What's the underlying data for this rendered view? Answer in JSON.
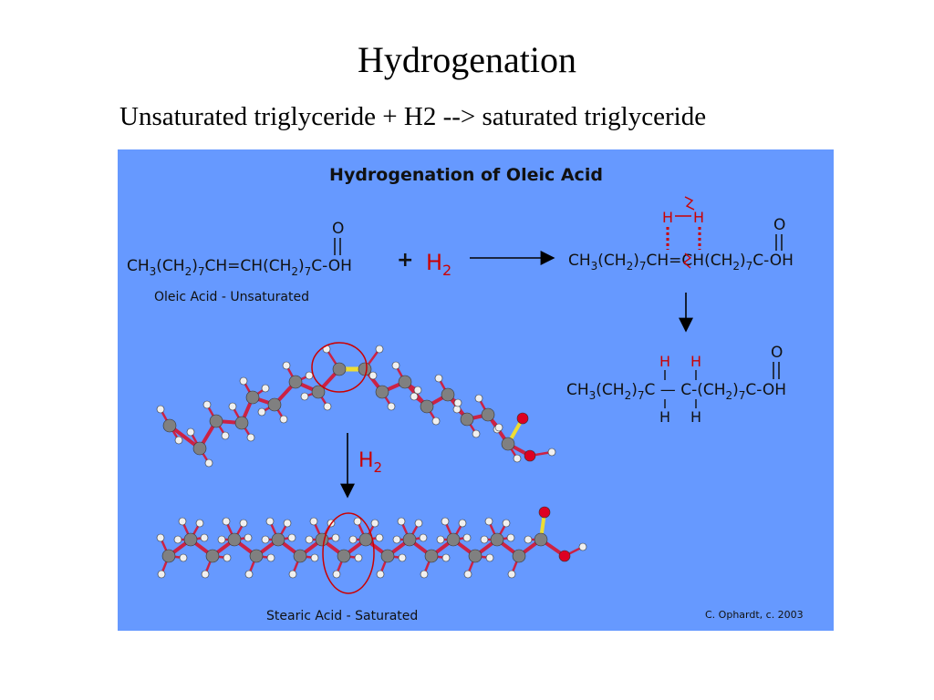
{
  "slide": {
    "title": "Hydrogenation",
    "subtitle": "Unsaturated triglyceride + H2 --> saturated triglyceride"
  },
  "figure": {
    "heading": "Hydrogenation of Oleic Acid",
    "credit": "C. Ophardt, c. 2003",
    "plus": "+",
    "h2": "H",
    "h2_sub": "2",
    "oleic": {
      "carbonyl_o": "O",
      "label": "Oleic Acid - Unsaturated"
    },
    "intermediate": {
      "carbonyl_o": "O",
      "h_left": "H",
      "h_right": "H"
    },
    "product": {
      "carbonyl_o": "O",
      "h_top_left": "H",
      "h_top_right": "H",
      "h_bottom_left": "H",
      "h_bottom_right": "H"
    },
    "stearic": {
      "label": "Stearic Acid - Saturated"
    }
  },
  "colors": {
    "panel": "#6699ff",
    "carbon": "#808080",
    "hydrogen": "#f0f0f0",
    "oxygen": "#dd0022",
    "bond": "#cc2244",
    "double_bond": "#eedd33",
    "accent": "#cc0000"
  }
}
